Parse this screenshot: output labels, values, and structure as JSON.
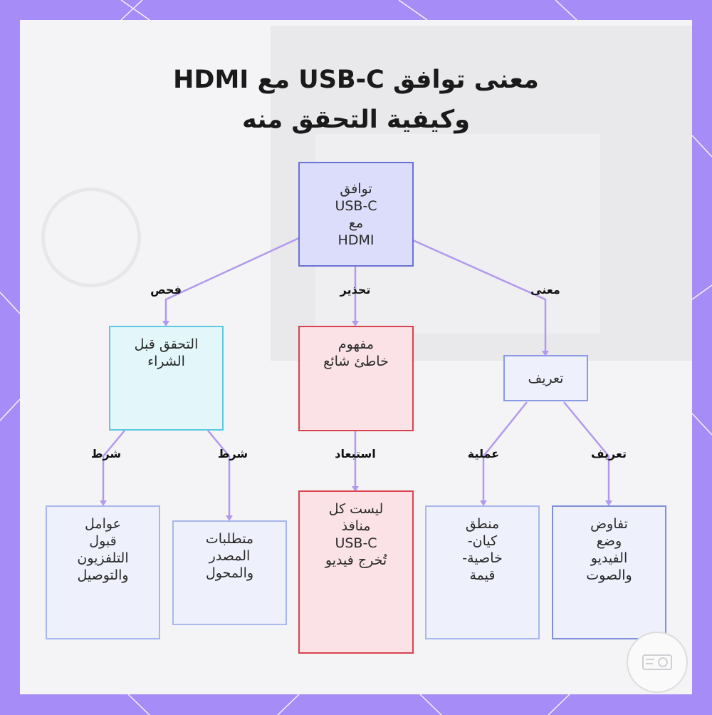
{
  "title": {
    "line1": "معنى توافق USB-C مع HDMI",
    "line2": "وكيفية التحقق منه"
  },
  "colors": {
    "frame": "#a58cf7",
    "edge": "#b299ee",
    "root_fill": "#dcdcfb",
    "root_border": "#6a72d8",
    "check_fill": "#e3f7fb",
    "check_border": "#5cc9df",
    "warn_fill": "#fbe2e6",
    "warn_border": "#d8434f",
    "def_fill": "#eef0fc",
    "def_border": "#8a9be3",
    "leaf_fill": "#eef0fc",
    "leaf_border": "#a9b7ec",
    "leaf_strong_border": "#7f8fd9"
  },
  "nodes": {
    "root": "توافق\nUSB-C\nمع\nHDMI",
    "check": "التحقق قبل\nالشراء",
    "misconception": "مفهوم\nخاطئ شائع",
    "definition": "تعريف",
    "tv_factors": "عوامل\nقبول\nالتلفزيون\nوالتوصيل",
    "source_req": "متطلبات\nالمصدر\nوالمحول",
    "not_all_ports": "ليست كل\nمنافذ\nUSB-C\nتُخرج فيديو",
    "kv_logic": "منطق\nكيان-\nخاصية-\nقيمة",
    "av_negotiation": "تفاوض\nوضع\nالفيديو\nوالصوت"
  },
  "edge_labels": {
    "root_check": "فحص",
    "root_warn": "تحذير",
    "root_def": "معنى",
    "check_tv": "شرط",
    "check_source": "شرط",
    "warn_notall": "استبعاد",
    "def_kv": "عملية",
    "def_av": "تعريف"
  }
}
